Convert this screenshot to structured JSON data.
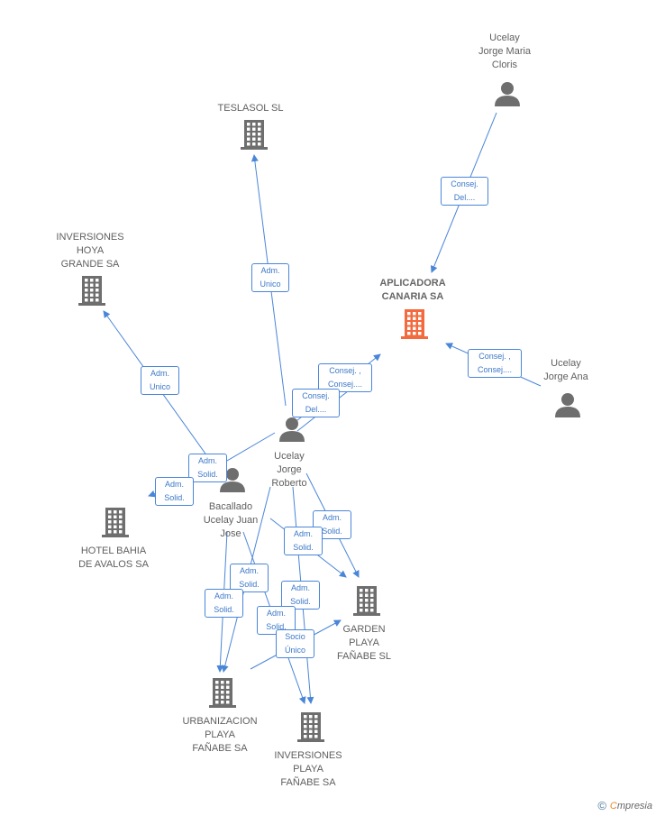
{
  "nodes": {
    "ucelay_jorge_maria": {
      "type": "person",
      "lines": [
        "Ucelay",
        "Jorge Maria",
        "Cloris"
      ]
    },
    "teslasol": {
      "type": "company",
      "lines": [
        "TESLASOL SL"
      ]
    },
    "inversiones_hoya": {
      "type": "company",
      "lines": [
        "INVERSIONES",
        "HOYA",
        "GRANDE SA"
      ]
    },
    "aplicadora": {
      "type": "company-main",
      "lines": [
        "APLICADORA",
        "CANARIA SA"
      ]
    },
    "ucelay_jorge_ana": {
      "type": "person",
      "lines": [
        "Ucelay",
        "Jorge Ana"
      ]
    },
    "ucelay_jorge_roberto": {
      "type": "person",
      "lines": [
        "Ucelay",
        "Jorge",
        "Roberto"
      ]
    },
    "bacallado": {
      "type": "person",
      "lines": [
        "Bacallado",
        "Ucelay Juan",
        "Jose"
      ]
    },
    "hotel_bahia": {
      "type": "company",
      "lines": [
        "HOTEL BAHIA",
        "DE AVALOS SA"
      ]
    },
    "garden": {
      "type": "company",
      "lines": [
        "GARDEN",
        "PLAYA",
        "FAÑABE SL"
      ]
    },
    "urbanizacion": {
      "type": "company",
      "lines": [
        "URBANIZACION",
        "PLAYA",
        "FAÑABE SA"
      ]
    },
    "inversiones_playa": {
      "type": "company",
      "lines": [
        "INVERSIONES",
        "PLAYA",
        "FAÑABE SA"
      ]
    }
  },
  "edge_labels": {
    "jm_aplicadora": [
      "Consej.",
      "Del...."
    ],
    "ana_aplicadora": [
      "Consej. ,",
      "Consej...."
    ],
    "roberto_teslasol": [
      "Adm.",
      "Unico"
    ],
    "roberto_hoya": [
      "Adm.",
      "Unico"
    ],
    "roberto_aplicadora_1": [
      "Consej. ,",
      "Consej...."
    ],
    "roberto_aplicadora_2": [
      "Consej.",
      "Del...."
    ],
    "solid_1": [
      "Adm.",
      "Solid."
    ],
    "solid_2": [
      "Adm.",
      "Solid."
    ],
    "solid_3": [
      "Adm.",
      "Solid."
    ],
    "solid_4": [
      "Adm.",
      "Solid."
    ],
    "solid_5": [
      "Adm.",
      "Solid."
    ],
    "solid_6": [
      "Adm.",
      "Solid."
    ],
    "solid_7": [
      "Adm.",
      "Solid."
    ],
    "solid_8": [
      "Adm.",
      "Solid."
    ],
    "socio": [
      "Socio",
      "Único"
    ]
  },
  "footer": {
    "copyright": "©",
    "brand_first": "C",
    "brand_rest": "mpresia"
  },
  "colors": {
    "edge": "#4a86d8",
    "node": "#6e6e6e",
    "main_node": "#f26a3d"
  }
}
